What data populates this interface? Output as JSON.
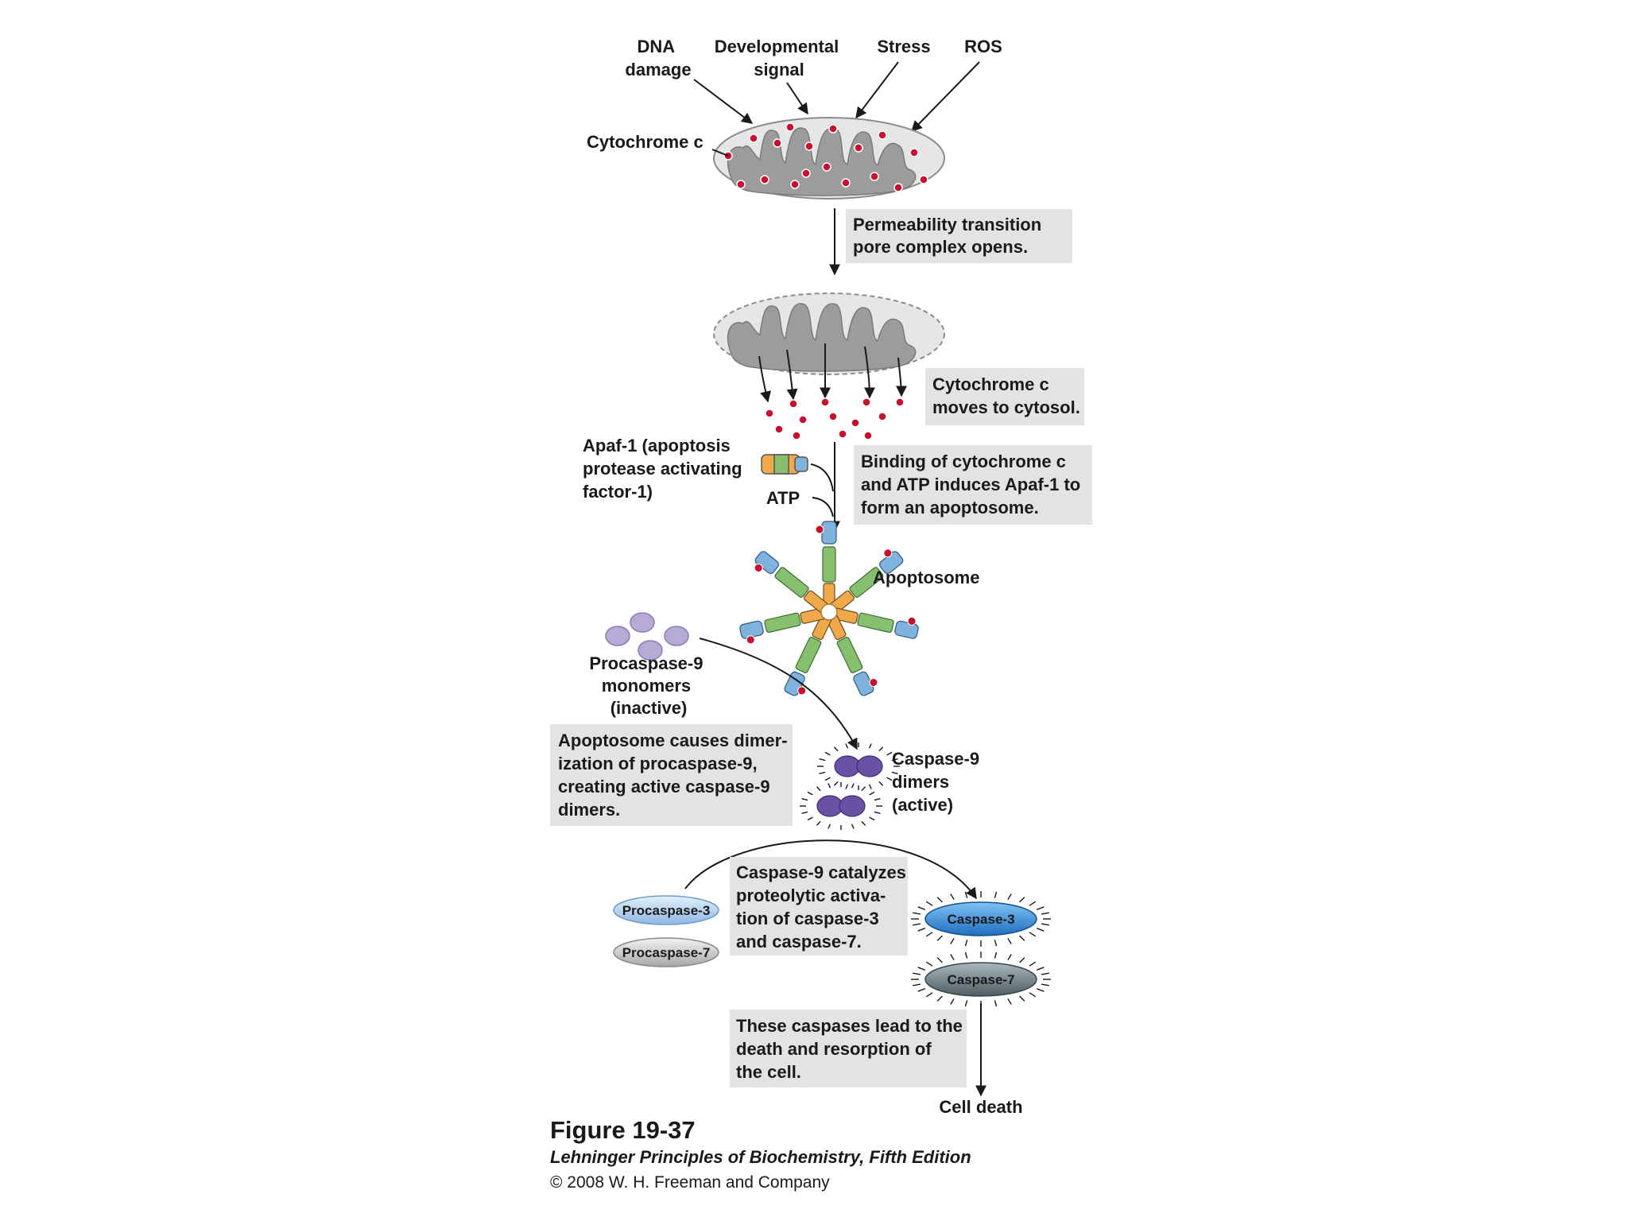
{
  "triggers": {
    "dna_damage": [
      "DNA",
      "damage"
    ],
    "developmental_signal": [
      "Developmental",
      "signal"
    ],
    "stress": "Stress",
    "ros": "ROS"
  },
  "labels": {
    "cytochrome_c": "Cytochrome c",
    "apaf1": [
      "Apaf-1 (apoptosis",
      "protease activating",
      "factor-1)"
    ],
    "atp": "ATP",
    "apoptosome": "Apoptosome",
    "procaspase9": [
      "Procaspase-9",
      "monomers",
      "(inactive)"
    ],
    "caspase9": [
      "Caspase-9",
      "dimers",
      "(active)"
    ],
    "procaspase3": "Procaspase-3",
    "procaspase7": "Procaspase-7",
    "caspase3": "Caspase-3",
    "caspase7": "Caspase-7",
    "cell_death": "Cell death"
  },
  "boxes": {
    "permeability": [
      "Permeability transition",
      "pore complex opens."
    ],
    "cytosol": [
      "Cytochrome c",
      "moves to cytosol."
    ],
    "binding": [
      "Binding of cytochrome c",
      "and ATP induces Apaf-1 to",
      "form an apoptosome."
    ],
    "dimerization": [
      "Apoptosome causes dimer-",
      "ization of procaspase-9,",
      "creating active caspase-9",
      "dimers."
    ],
    "catalyzes": [
      "Caspase-9 catalyzes",
      "proteolytic activa-",
      "tion of caspase-3",
      "and caspase-7."
    ],
    "death": [
      "These caspases lead to the",
      "death and resorption of",
      "the cell."
    ]
  },
  "caption": {
    "figure": "Figure 19-37",
    "book": "Lehninger Principles of Biochemistry, Fifth Edition",
    "copyright": "© 2008 W. H. Freeman and Company"
  },
  "colors": {
    "mito_fill": "#e6e6e6",
    "matrix": "#9c9c9c",
    "cyt_dot": "#c8102e",
    "box_fill": "#e3e3e3",
    "procaspase9": "#b7abd6",
    "caspase9": "#6a51a3",
    "caspase3": "#3a8fd9",
    "caspase7": "#6e7e86",
    "procaspase3": "#a9c9ea",
    "procaspase7": "#c9c9c9"
  }
}
